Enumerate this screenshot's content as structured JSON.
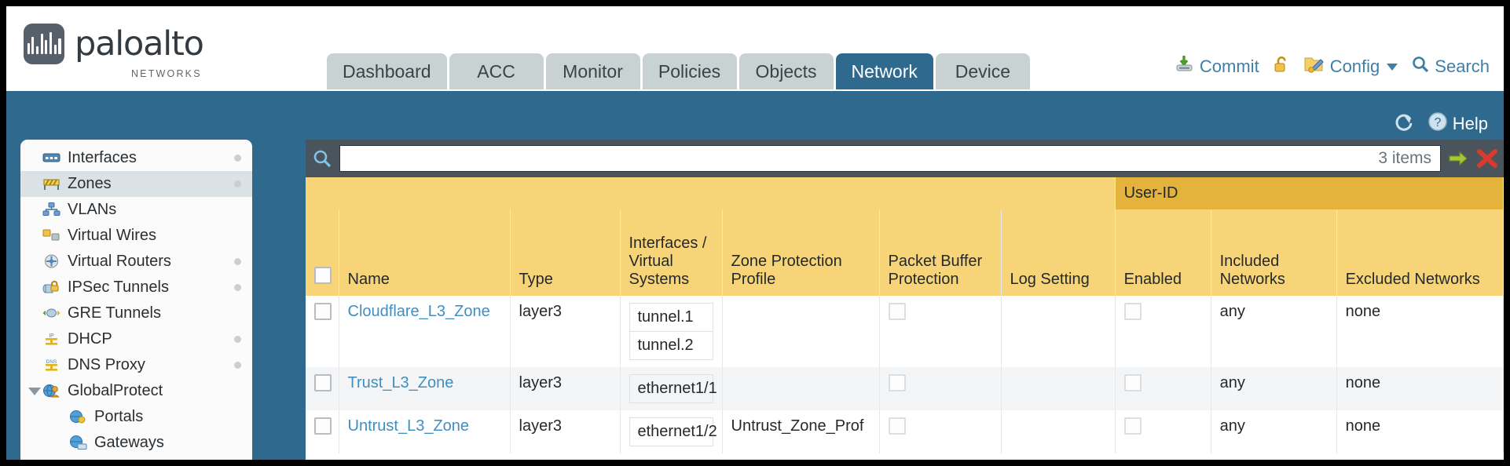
{
  "brand": {
    "name": "paloalto",
    "tagline": "NETWORKS"
  },
  "tabs": [
    {
      "label": "Dashboard",
      "active": false
    },
    {
      "label": "ACC",
      "active": false
    },
    {
      "label": "Monitor",
      "active": false
    },
    {
      "label": "Policies",
      "active": false
    },
    {
      "label": "Objects",
      "active": false
    },
    {
      "label": "Network",
      "active": true
    },
    {
      "label": "Device",
      "active": false
    }
  ],
  "toolbar": {
    "commit": "Commit",
    "config": "Config",
    "search": "Search"
  },
  "band": {
    "help": "Help"
  },
  "sidebar": {
    "items": [
      {
        "label": "Interfaces",
        "icon": "interfaces-icon",
        "selected": false,
        "dot": true,
        "child": false,
        "twisty": false
      },
      {
        "label": "Zones",
        "icon": "zones-icon",
        "selected": true,
        "dot": true,
        "child": false,
        "twisty": false
      },
      {
        "label": "VLANs",
        "icon": "vlans-icon",
        "selected": false,
        "dot": false,
        "child": false,
        "twisty": false
      },
      {
        "label": "Virtual Wires",
        "icon": "virtual-wires-icon",
        "selected": false,
        "dot": false,
        "child": false,
        "twisty": false
      },
      {
        "label": "Virtual Routers",
        "icon": "virtual-routers-icon",
        "selected": false,
        "dot": true,
        "child": false,
        "twisty": false
      },
      {
        "label": "IPSec Tunnels",
        "icon": "ipsec-tunnels-icon",
        "selected": false,
        "dot": true,
        "child": false,
        "twisty": false
      },
      {
        "label": "GRE Tunnels",
        "icon": "gre-tunnels-icon",
        "selected": false,
        "dot": false,
        "child": false,
        "twisty": false
      },
      {
        "label": "DHCP",
        "icon": "dhcp-icon",
        "selected": false,
        "dot": true,
        "child": false,
        "twisty": false
      },
      {
        "label": "DNS Proxy",
        "icon": "dns-proxy-icon",
        "selected": false,
        "dot": true,
        "child": false,
        "twisty": false
      },
      {
        "label": "GlobalProtect",
        "icon": "globalprotect-icon",
        "selected": false,
        "dot": false,
        "child": false,
        "twisty": true
      },
      {
        "label": "Portals",
        "icon": "portals-icon",
        "selected": false,
        "dot": false,
        "child": true,
        "twisty": false
      },
      {
        "label": "Gateways",
        "icon": "gateways-icon",
        "selected": false,
        "dot": false,
        "child": true,
        "twisty": false
      }
    ]
  },
  "search": {
    "value": "",
    "placeholder": "",
    "item_count": "3 items"
  },
  "table": {
    "group_header": "User-ID",
    "columns": [
      "Name",
      "Type",
      "Interfaces / Virtual Systems",
      "Zone Protection Profile",
      "Packet Buffer Protection",
      "Log Setting",
      "Enabled",
      "Included Networks",
      "Excluded Networks"
    ],
    "rows": [
      {
        "name": "Cloudflare_L3_Zone",
        "type": "layer3",
        "interfaces": [
          "tunnel.1",
          "tunnel.2"
        ],
        "zone_protection_profile": "",
        "packet_buffer_protection": false,
        "log_setting": "",
        "enabled": false,
        "included_networks": "any",
        "excluded_networks": "none"
      },
      {
        "name": "Trust_L3_Zone",
        "type": "layer3",
        "interfaces": [
          "ethernet1/1"
        ],
        "zone_protection_profile": "",
        "packet_buffer_protection": false,
        "log_setting": "",
        "enabled": false,
        "included_networks": "any",
        "excluded_networks": "none"
      },
      {
        "name": "Untrust_L3_Zone",
        "type": "layer3",
        "interfaces": [
          "ethernet1/2"
        ],
        "zone_protection_profile": "Untrust_Zone_Prof",
        "packet_buffer_protection": false,
        "log_setting": "",
        "enabled": false,
        "included_networks": "any",
        "excluded_networks": "none"
      }
    ]
  },
  "colors": {
    "brand_blue": "#2f6a8e",
    "header_gold": "#f7d477",
    "group_gold": "#e3b33c",
    "link_blue": "#3f8fc0",
    "tab_inactive": "#c8d2d3"
  }
}
